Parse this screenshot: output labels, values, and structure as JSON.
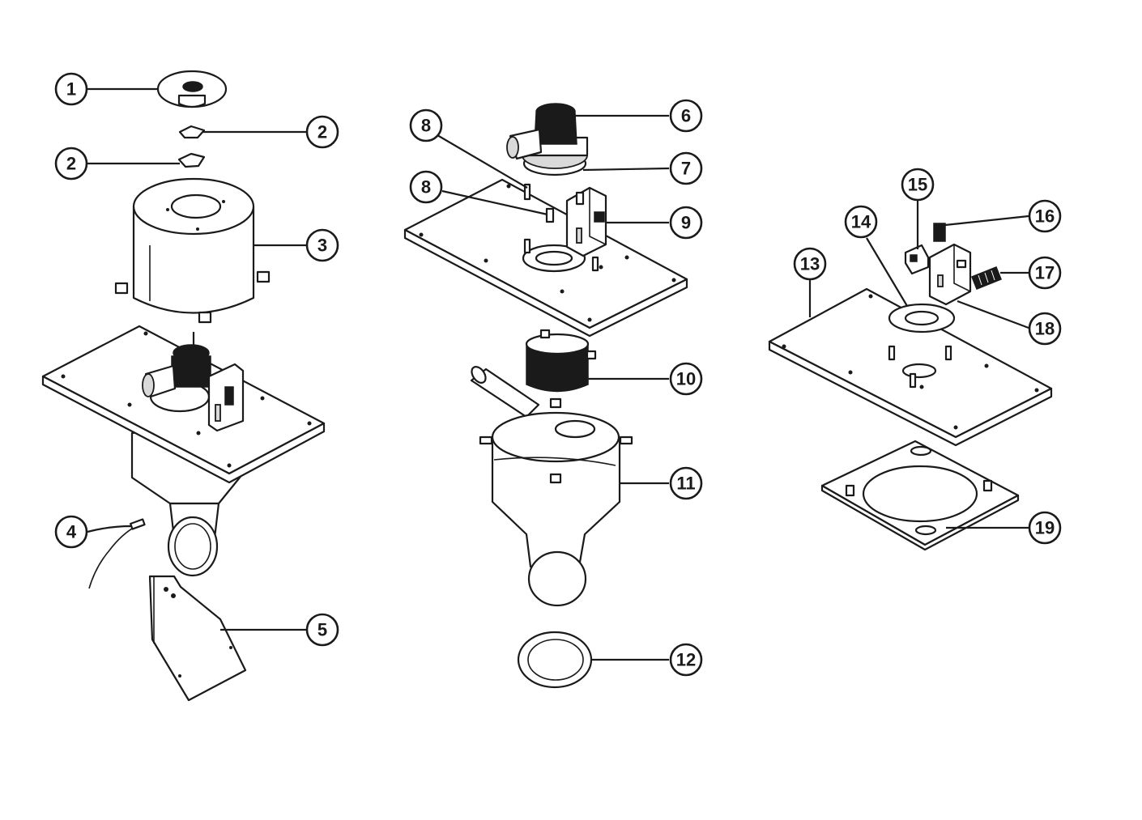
{
  "callouts": [
    {
      "id": "c1",
      "label": "1"
    },
    {
      "id": "c2a",
      "label": "2"
    },
    {
      "id": "c2b",
      "label": "2"
    },
    {
      "id": "c3",
      "label": "3"
    },
    {
      "id": "c4",
      "label": "4"
    },
    {
      "id": "c5",
      "label": "5"
    },
    {
      "id": "c6",
      "label": "6"
    },
    {
      "id": "c7",
      "label": "7"
    },
    {
      "id": "c8a",
      "label": "8"
    },
    {
      "id": "c8b",
      "label": "8"
    },
    {
      "id": "c9",
      "label": "9"
    },
    {
      "id": "c10",
      "label": "10"
    },
    {
      "id": "c11",
      "label": "11"
    },
    {
      "id": "c12",
      "label": "12"
    },
    {
      "id": "c13",
      "label": "13"
    },
    {
      "id": "c14",
      "label": "14"
    },
    {
      "id": "c15",
      "label": "15"
    },
    {
      "id": "c16",
      "label": "16"
    },
    {
      "id": "c17",
      "label": "17"
    },
    {
      "id": "c18",
      "label": "18"
    },
    {
      "id": "c19",
      "label": "19"
    }
  ]
}
